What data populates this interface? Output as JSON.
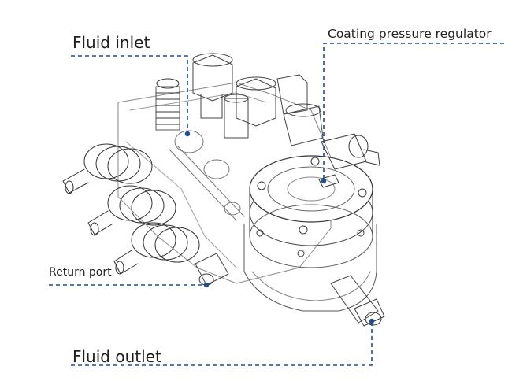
{
  "labels": {
    "fluid_inlet": "Fluid inlet",
    "coating_pressure_regulator": "Coating pressure regulator",
    "return_port": "Return port",
    "fluid_outlet": "Fluid outlet"
  },
  "colors": {
    "leader_line": "#1f4e8c",
    "callout_dot": "#1f4e8c",
    "drawing_stroke": "#3a3a3a",
    "text": "#1f1f1f"
  }
}
